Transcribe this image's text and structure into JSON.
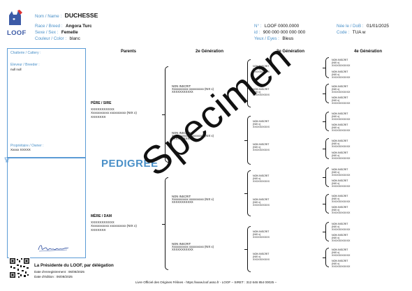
{
  "logo": {
    "text": "LOOF"
  },
  "header": {
    "name_label": "Nom / Name :",
    "name": "DUCHESSE",
    "breed_label": "Race / Breed :",
    "breed": "Angora Turc",
    "sex_label": "Sexe / Sex :",
    "sex": "Femelle",
    "color_label": "Couleur / Color :",
    "color": "blanc",
    "n_label": "N° :",
    "n": "LOOF 0000.0000",
    "id_label": "id :",
    "id": "900 000 000 000 000",
    "eyes_label": "Yeux / Eyes :",
    "eyes": "Bleus",
    "dob_label": "Née le / DoB :",
    "dob": "01/01/2025",
    "code_label": "Code :",
    "code": "TUA w"
  },
  "left_panel": {
    "cattery_label": "Chatterie / Cattery :",
    "breeder_label": "Eleveur / Breeder :",
    "breeder": "null null",
    "owner_label": "Propriétaire / Owner :",
    "owner": "Xxxxx XXXXX"
  },
  "columns": {
    "parents": "Parents",
    "gen2": "2e Génération",
    "gen3": "3e Génération",
    "gen4": "4e Génération"
  },
  "title": "PEDIGREE",
  "watermark": "Specimen",
  "sire": {
    "label": "PÈRE / SIRE",
    "name": "XXXXXXXXXXX",
    "line2": "Xxxxxxxxxxx  xxxxxxxxxx  (NIX x)",
    "line3": "XXXXXXX"
  },
  "dam": {
    "label": "MÈRE / DAM",
    "name": "XXXXXXXXXXX",
    "line2": "Xxxxxxxxxxx  xxxxxxxxxx  (NIX x)",
    "line3": "XXXXXXX"
  },
  "gen2": {
    "title": "NON INSCRIT",
    "line2": "Xxxxxxxxxxx  xxxxxxxxxx  (NIX x)",
    "line3": "XXXXXXXXXXX"
  },
  "gen3": {
    "title": "NON INSCRIT",
    "line2": "(NIX x)",
    "line3": "XXXXXXXXXX"
  },
  "gen4": {
    "title": "NON INSCRIT",
    "line2": "(NIX x)",
    "line3": "XXXXXXXXXXX"
  },
  "signature": {
    "president": "La Présidente du LOOF, par délégation",
    "registered": "Date d'enregistrement : 06/08/2025",
    "edition": "Date d'édition : 06/08/2025"
  },
  "footer": "Livre Officiel des Origines Félines - https://www.loof.asso.fr - LOOF – SIRET : 312 646 854 00025 –"
}
